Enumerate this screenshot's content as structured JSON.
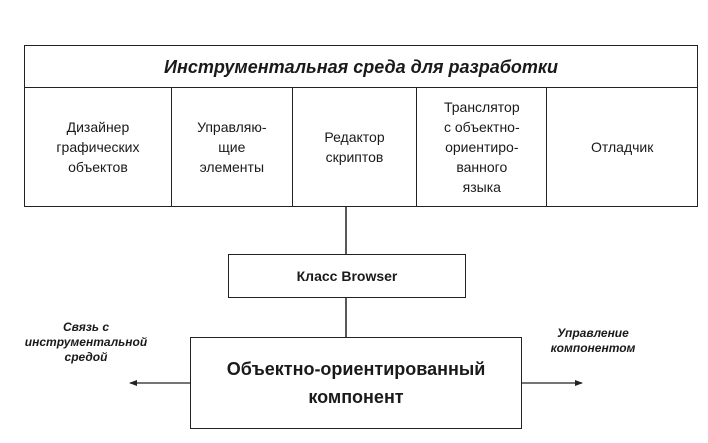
{
  "environment": {
    "title": "Инструментальная среда для разработки",
    "tools": [
      "Дизайнер\nграфических\nобъектов",
      "Управляю-\nщие\nэлементы",
      "Редактор\nскриптов",
      "Транслятор\nс объектно-\nориентиро-\nванного\nязыка",
      "Отладчик"
    ]
  },
  "browser_class": "Класс Browser",
  "component": "Объектно-ориентированный\nкомпонент",
  "links": {
    "left": "Связь с\nинструментальной\nсредой",
    "right": "Управление\nкомпонентом"
  }
}
